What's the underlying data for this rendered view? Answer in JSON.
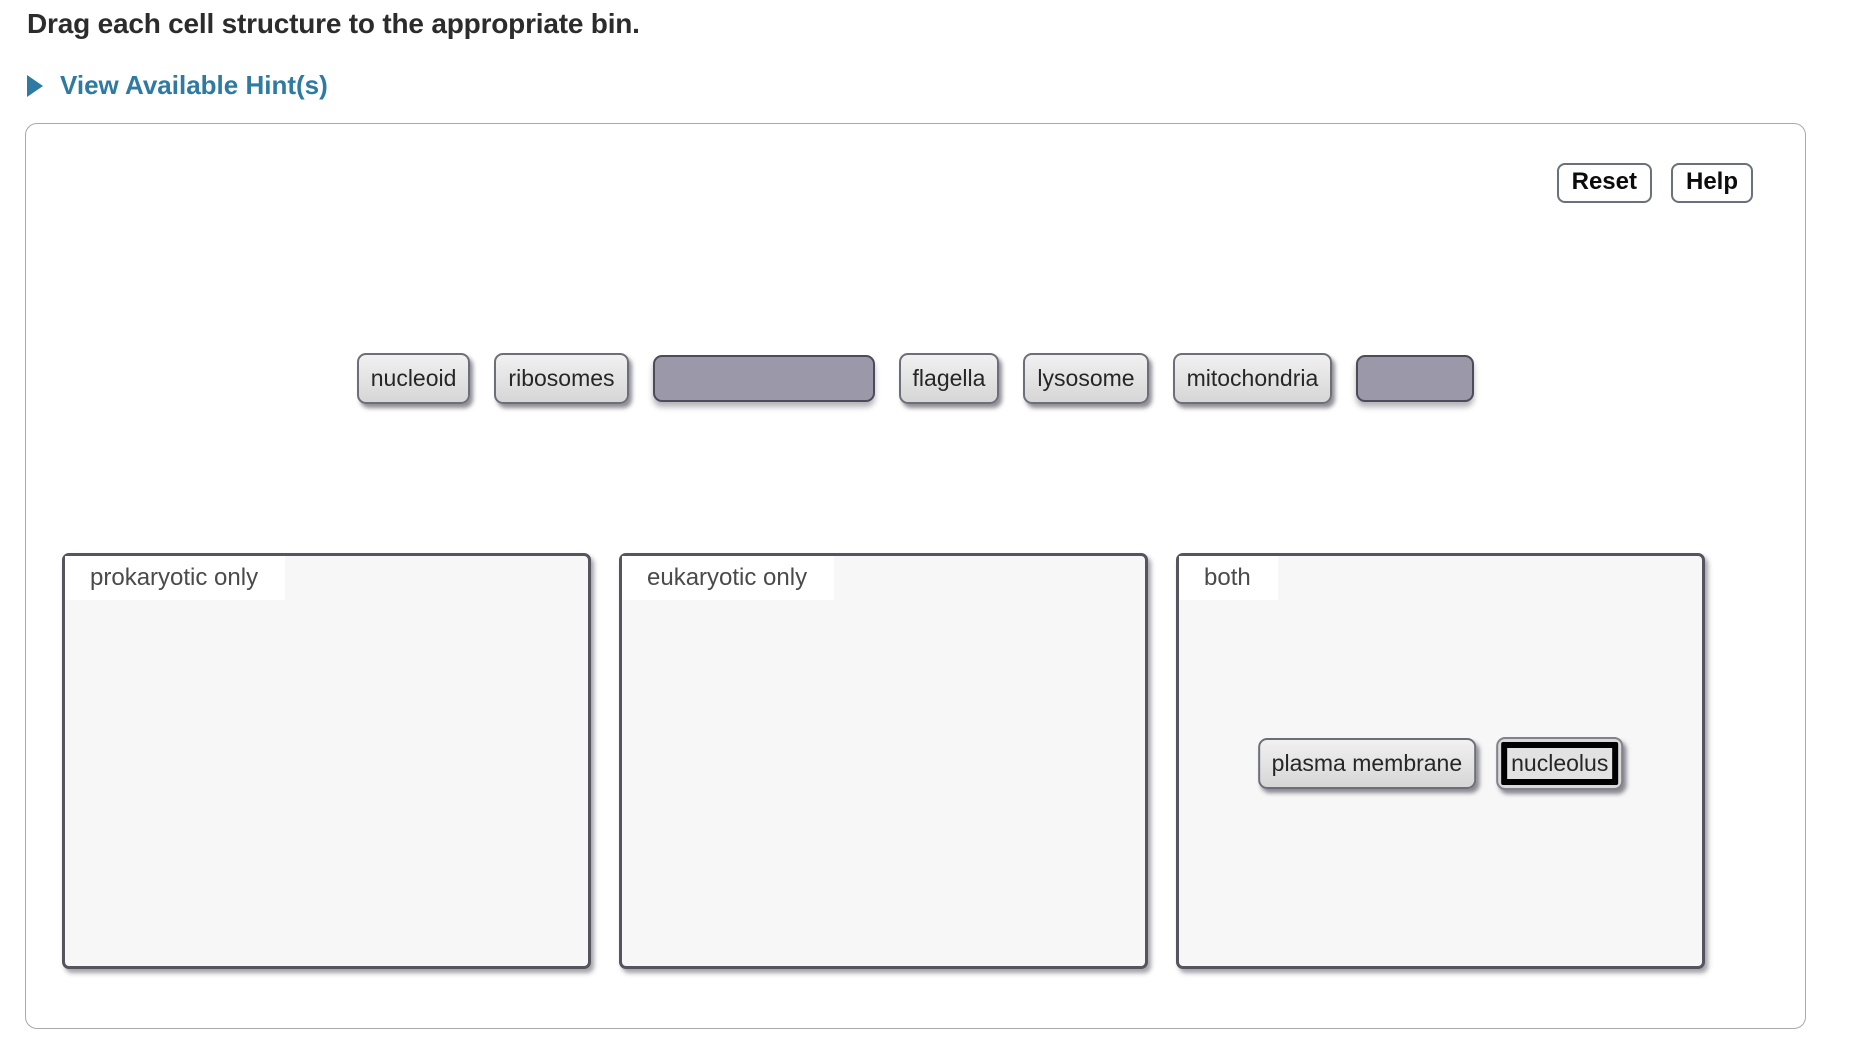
{
  "header": {
    "instruction": "Drag each cell structure to the appropriate bin.",
    "hints_label": "View Available Hint(s)"
  },
  "toolbar": {
    "reset_label": "Reset",
    "help_label": "Help"
  },
  "tray": {
    "items": [
      {
        "type": "chip",
        "label": "nucleoid"
      },
      {
        "type": "chip",
        "label": "ribosomes"
      },
      {
        "type": "empty-slot",
        "label": ""
      },
      {
        "type": "chip",
        "label": "flagella"
      },
      {
        "type": "chip",
        "label": "lysosome"
      },
      {
        "type": "chip",
        "label": "mitochondria"
      },
      {
        "type": "empty-slot",
        "label": ""
      }
    ]
  },
  "bins": [
    {
      "label": "prokaryotic only",
      "items": []
    },
    {
      "label": "eukaryotic only",
      "items": []
    },
    {
      "label": "both",
      "items": [
        {
          "label": "plasma membrane",
          "selected": false
        },
        {
          "label": "nucleolus",
          "selected": true
        }
      ]
    }
  ],
  "icons": {
    "hint_expander": "triangle-right-icon"
  },
  "colors": {
    "accent_link_blue": "#2e7aa3",
    "heading_text": "#2c2c2c",
    "chip_border": "#6e6e79",
    "chip_fill_top": "#f1f1f1",
    "chip_fill_bottom": "#d6d6d6",
    "empty_slot_fill": "#9b99a9",
    "empty_slot_border": "#4d4b58",
    "bin_border": "#56545f",
    "bin_fill": "#f7f7f7",
    "bin_label_text": "#4a4a4a",
    "panel_border": "#a9a9a9",
    "focus_ring": "#000000"
  }
}
